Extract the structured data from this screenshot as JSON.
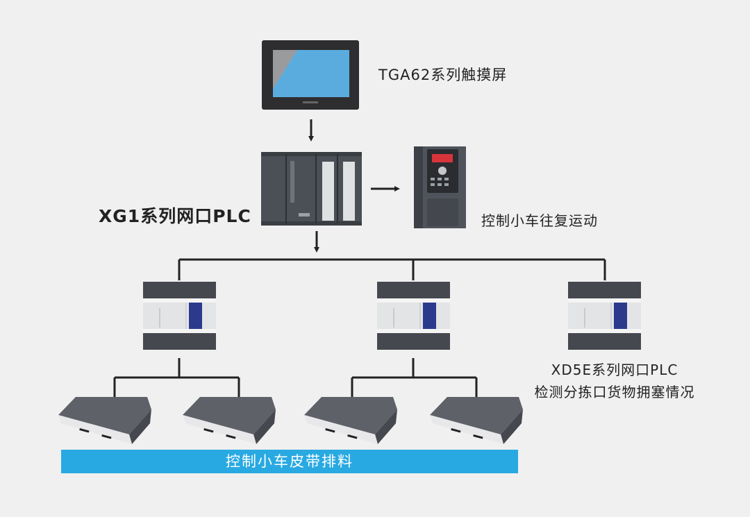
{
  "touchscreen": {
    "label": "TGA62系列触摸屏"
  },
  "main_plc": {
    "label": "XG1系列网口PLC"
  },
  "inverter": {
    "label": "控制小车往复运动"
  },
  "remote_plc": {
    "label_line1": "XD5E系列网口PLC",
    "label_line2": "检测分拣口货物拥塞情况"
  },
  "banner": {
    "label": "控制小车皮带排料"
  },
  "colors": {
    "background": "#f0f0f0",
    "banner": "#29a9e1",
    "screen": "#5aacdf",
    "line": "#222222"
  }
}
